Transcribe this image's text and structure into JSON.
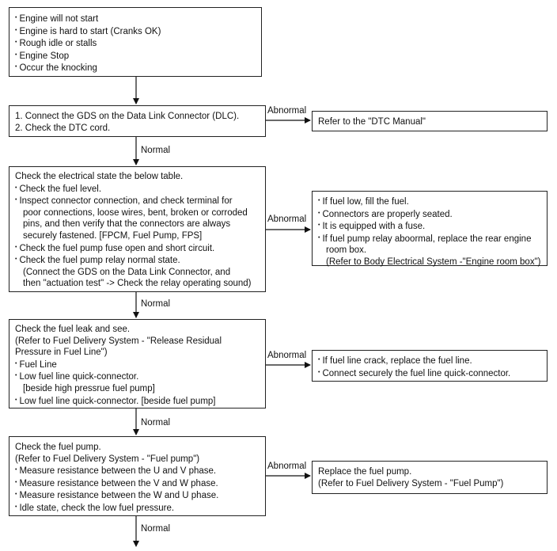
{
  "symptoms": {
    "items": [
      "Engine will not start",
      "Engine is hard to start (Cranks OK)",
      "Rough idle or stalls",
      "Engine Stop",
      "Occur the knocking"
    ]
  },
  "step1": {
    "lines": [
      "1. Connect the GDS on the Data Link Connector (DLC).",
      "2. Check the DTC cord."
    ],
    "abnormal_label": "Abnormal",
    "result": "Refer to the \"DTC Manual\"",
    "normal_label": "Normal"
  },
  "step2": {
    "intro": "Check the electrical state the below table.",
    "b1": "Check the fuel level.",
    "b2_l1": "Inspect connector connection, and check terminal for",
    "b2_l2": "poor connections, loose wires, bent, broken or corroded",
    "b2_l3": "pins, and then verify that the connectors are always",
    "b2_l4": "securely fastened. [FPCM, Fuel Pump, FPS]",
    "b3": "Check the fuel pump fuse open and short circuit.",
    "b4": "Check the fuel pump relay normal state.",
    "b4_l2": "(Connect the GDS on the Data Link Connector, and",
    "b4_l3": "then \"actuation test\" -> Check the relay operating sound)",
    "abnormal_label": "Abnormal",
    "r1": "If fuel low, fill the fuel.",
    "r2": "Connectors are properly seated.",
    "r3": "It is equipped with a fuse.",
    "r4_l1": "If fuel pump relay aboormal, replace the rear engine",
    "r4_l2": "room box.",
    "r4_l3": "(Refer to Body Electrical System -\"Engine room box\")",
    "normal_label": "Normal"
  },
  "step3": {
    "intro": "Check the fuel leak and see.",
    "ref_l1": "(Refer to Fuel Delivery System - \"Release Residual",
    "ref_l2": "Pressure in Fuel Line\")",
    "b1": "Fuel Line",
    "b2_l1": "Low fuel line quick-connector.",
    "b2_l2": "[beside high pressrue fuel pump]",
    "b3": "Low fuel line quick-connector. [beside fuel pump]",
    "abnormal_label": "Abnormal",
    "r1": "If fuel line crack, replace the fuel line.",
    "r2": "Connect securely the fuel line quick-connector.",
    "normal_label": "Normal"
  },
  "step4": {
    "intro": "Check the fuel pump.",
    "ref": "(Refer to Fuel Delivery System - \"Fuel pump\")",
    "b1": "Measure resistance between the U and V phase.",
    "b2": "Measure resistance between the V and W phase.",
    "b3": "Measure resistance between the W and U phase.",
    "b4": "Idle state, check the low fuel pressure.",
    "abnormal_label": "Abnormal",
    "r1": "Replace the fuel pump.",
    "r2": "(Refer to Fuel Delivery System - \"Fuel Pump\")",
    "normal_label": "Normal"
  }
}
